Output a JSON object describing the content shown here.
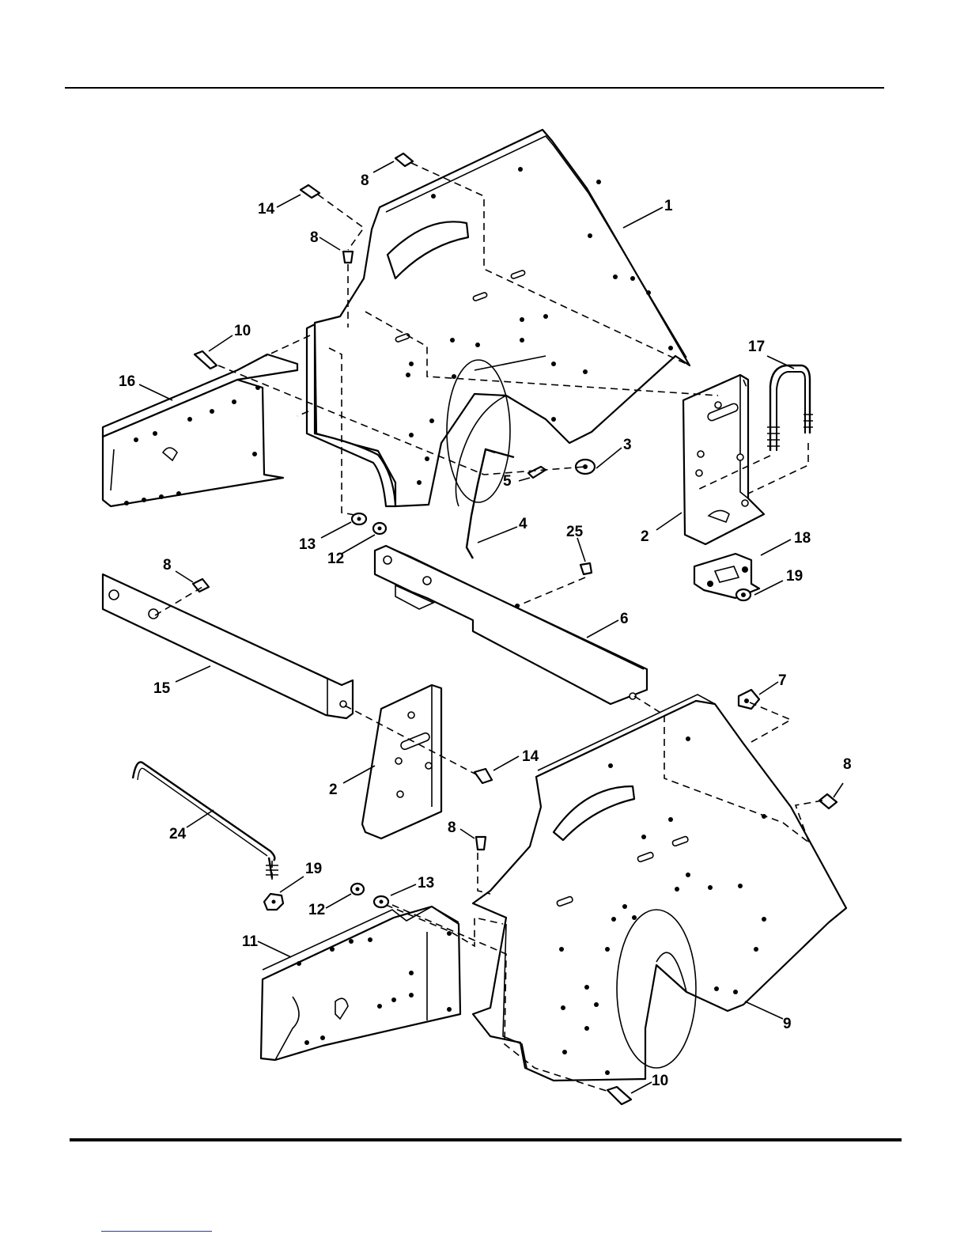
{
  "diagram": {
    "callouts": [
      {
        "id": "c1",
        "label": "1"
      },
      {
        "id": "c2a",
        "label": "2"
      },
      {
        "id": "c2b",
        "label": "2"
      },
      {
        "id": "c3",
        "label": "3"
      },
      {
        "id": "c4",
        "label": "4"
      },
      {
        "id": "c5",
        "label": "5"
      },
      {
        "id": "c6",
        "label": "6"
      },
      {
        "id": "c7",
        "label": "7"
      },
      {
        "id": "c8a",
        "label": "8"
      },
      {
        "id": "c8b",
        "label": "8"
      },
      {
        "id": "c8c",
        "label": "8"
      },
      {
        "id": "c8d",
        "label": "8"
      },
      {
        "id": "c8e",
        "label": "8"
      },
      {
        "id": "c9",
        "label": "9"
      },
      {
        "id": "c10a",
        "label": "10"
      },
      {
        "id": "c10b",
        "label": "10"
      },
      {
        "id": "c11",
        "label": "11"
      },
      {
        "id": "c12a",
        "label": "12"
      },
      {
        "id": "c12b",
        "label": "12"
      },
      {
        "id": "c13a",
        "label": "13"
      },
      {
        "id": "c13b",
        "label": "13"
      },
      {
        "id": "c14a",
        "label": "14"
      },
      {
        "id": "c14b",
        "label": "14"
      },
      {
        "id": "c15",
        "label": "15"
      },
      {
        "id": "c16",
        "label": "16"
      },
      {
        "id": "c17",
        "label": "17"
      },
      {
        "id": "c18",
        "label": "18"
      },
      {
        "id": "c19a",
        "label": "19"
      },
      {
        "id": "c19b",
        "label": "19"
      },
      {
        "id": "c24",
        "label": "24"
      },
      {
        "id": "c25",
        "label": "25"
      }
    ]
  }
}
